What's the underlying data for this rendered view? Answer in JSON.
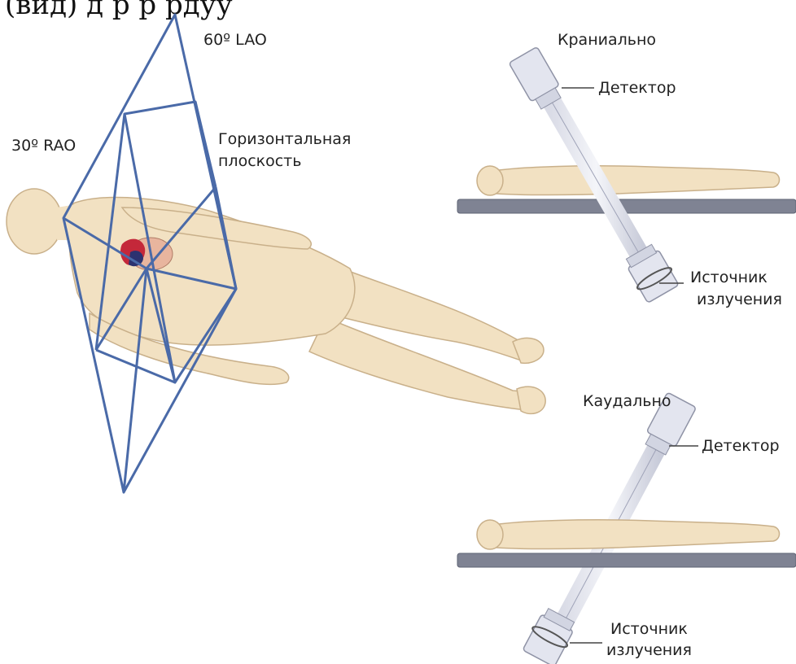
{
  "header": {
    "fragment": "(вид)            д      р      р      рдуу"
  },
  "figure": {
    "left": {
      "lao_label": "60º LAO",
      "rao_label": "30º RAO",
      "plane_label_line1": "Горизонтальная",
      "plane_label_line2": "плоскость"
    },
    "cranial": {
      "title": "Краниально",
      "detector_label": "Детектор",
      "source_line1": "Источник",
      "source_line2": "излучения"
    },
    "caudal": {
      "title": "Каудально",
      "detector_label": "Детектор",
      "source_line1": "Источник",
      "source_line2": "излучения"
    }
  },
  "colors": {
    "plane_stroke": "#4a6aa8",
    "body_fill": "#f2e1c2",
    "body_stroke": "#c9b08a",
    "table": "#7f8393",
    "detector_fill": "#e3e5ef",
    "detector_stroke": "#8f93a6"
  }
}
